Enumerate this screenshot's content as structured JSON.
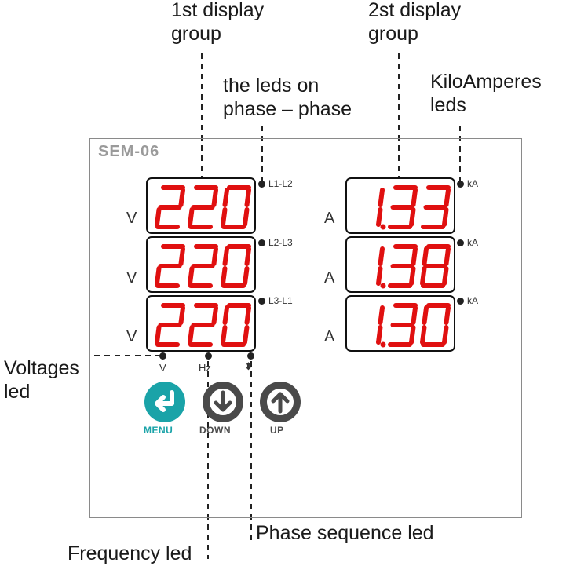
{
  "annotations": {
    "display_group_1": [
      "1st display",
      "group"
    ],
    "display_group_2": [
      "2st display",
      "group"
    ],
    "phase_leds": [
      "the leds on",
      "phase – phase"
    ],
    "kiloampere_leds": [
      "KiloAmperes",
      "leds"
    ],
    "voltages_led": [
      "Voltages",
      "led"
    ],
    "frequency_led": "Frequency led",
    "phase_sequence_led": "Phase sequence led"
  },
  "device": {
    "model": "SEM-06",
    "voltage_displays": [
      {
        "value": "220",
        "unit": "V",
        "led": "L1-L2"
      },
      {
        "value": "220",
        "unit": "V",
        "led": "L2-L3"
      },
      {
        "value": "220",
        "unit": "V",
        "led": "L3-L1"
      }
    ],
    "current_displays": [
      {
        "value": "1.33",
        "unit": "A",
        "led": "kA"
      },
      {
        "value": "1.38",
        "unit": "A",
        "led": "kA"
      },
      {
        "value": "1.30",
        "unit": "A",
        "led": "kA"
      }
    ],
    "indicator_leds": [
      "V",
      "Hz",
      "⬍"
    ],
    "buttons": [
      {
        "label": "MENU",
        "icon": "enter-arrow-icon",
        "color": "#1aa3a8"
      },
      {
        "label": "DOWN",
        "icon": "arrow-down-icon",
        "color": "#4a4a4a"
      },
      {
        "label": "UP",
        "icon": "arrow-up-icon",
        "color": "#4a4a4a"
      }
    ],
    "segment_color": "#e01010"
  }
}
